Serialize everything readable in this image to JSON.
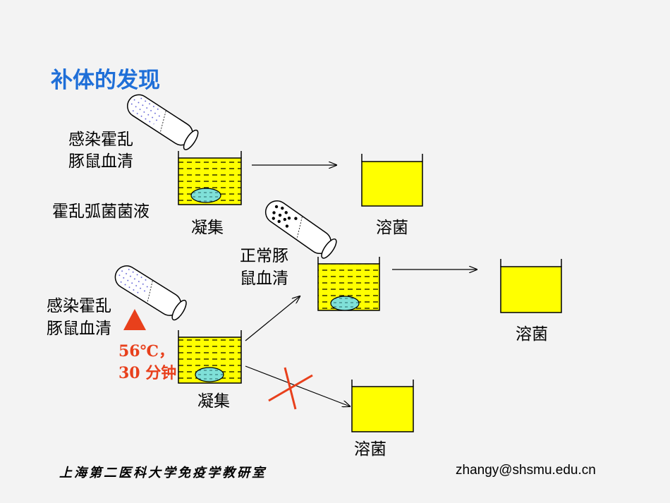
{
  "title": "补体的发现",
  "labels": {
    "infected_serum_1_line1": "感染霍乱",
    "infected_serum_1_line2": "豚鼠血清",
    "vibrio_solution": "霍乱弧菌菌液",
    "agglutination_1": "凝集",
    "lysis_1": "溶菌",
    "normal_serum_line1": "正常豚",
    "normal_serum_line2": "鼠血清",
    "lysis_2": "溶菌",
    "infected_serum_2_line1": "感染霍乱",
    "infected_serum_2_line2": "豚鼠血清",
    "heat_line1": "56℃，",
    "heat_line2": "30 分钟",
    "agglutination_2": "凝集",
    "lysis_3": "溶菌"
  },
  "footer": {
    "institution": "上海第二医科大学免疫学教研室",
    "email": "zhangy@shsmu.edu.cn"
  },
  "colors": {
    "title": "#1f6fd8",
    "liquid": "#ffff00",
    "clump": "#7fe0d8",
    "heat_marker": "#e8401c"
  }
}
